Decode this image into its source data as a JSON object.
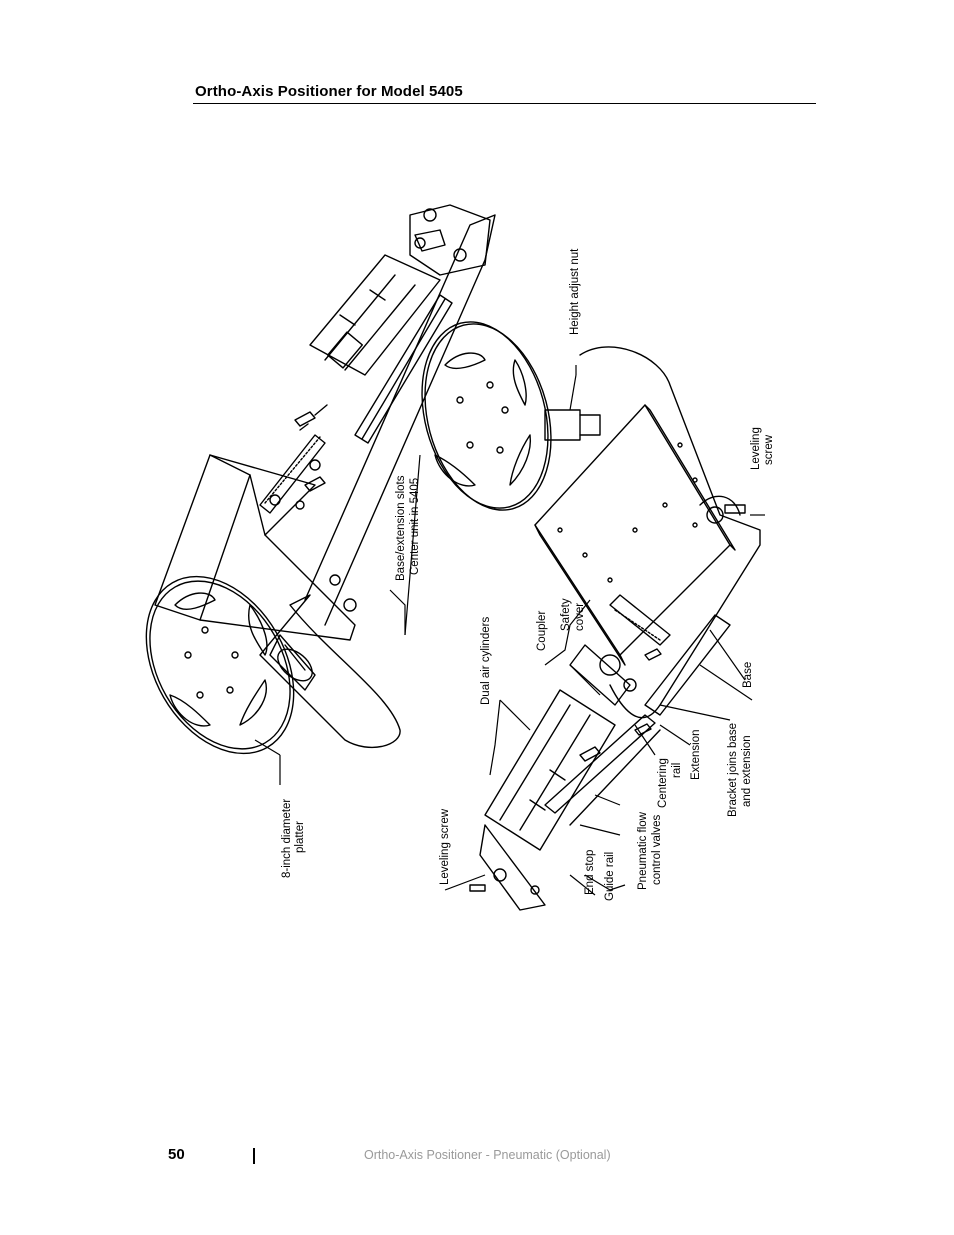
{
  "header": {
    "title": "Ortho-Axis Positioner for Model 5405"
  },
  "figure": {
    "labels": {
      "platter_1": "8-inch diameter",
      "platter_2": "platter",
      "slots_1": "Base/extension slots",
      "slots_2": "Center unit in 5405",
      "height_nut": "Height adjust nut",
      "leveling_screw_right_1": "Leveling",
      "leveling_screw_right_2": "screw",
      "dual_air": "Dual air cylinders",
      "coupler": "Coupler",
      "safety_1": "Safety",
      "safety_2": "cover",
      "base": "Base",
      "bracket_1": "Bracket joins base",
      "bracket_2": "and extension",
      "extension": "Extension",
      "centering_1": "Centering",
      "centering_2": "rail",
      "pneumatic_1": "Pneumatic flow",
      "pneumatic_2": "control valves",
      "guide_rail": "Guide rail",
      "end_stop": "End stop",
      "leveling_screw_left": "Leveling  screw"
    }
  },
  "footer": {
    "page_number": "50",
    "section": "Ortho-Axis Positioner - Pneumatic (Optional)"
  }
}
